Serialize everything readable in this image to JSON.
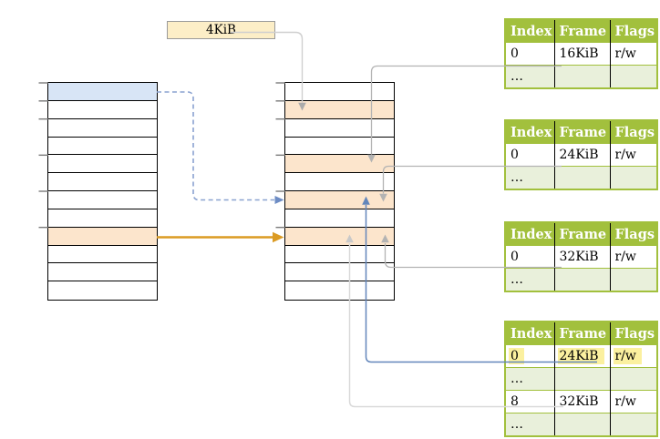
{
  "page_size_label": "4KiB",
  "virtual_memory": {
    "rows": 12,
    "blue_rows": [
      0
    ],
    "orange_rows": [
      8
    ],
    "tick_rows": [
      0,
      1,
      2,
      4,
      6,
      8
    ]
  },
  "physical_memory": {
    "rows": 12,
    "orange_rows": [
      1,
      4,
      6,
      8
    ],
    "tick_rows": [
      0,
      1,
      2,
      4,
      6,
      8
    ]
  },
  "page_tables": [
    {
      "headers": [
        "Index",
        "Frame",
        "Flags"
      ],
      "rows": [
        {
          "cells": [
            "0",
            "16KiB",
            "r/w"
          ]
        },
        {
          "cells": [
            "…",
            "",
            ""
          ],
          "tint": true
        }
      ]
    },
    {
      "headers": [
        "Index",
        "Frame",
        "Flags"
      ],
      "rows": [
        {
          "cells": [
            "0",
            "24KiB",
            "r/w"
          ]
        },
        {
          "cells": [
            "…",
            "",
            ""
          ],
          "tint": true
        }
      ]
    },
    {
      "headers": [
        "Index",
        "Frame",
        "Flags"
      ],
      "rows": [
        {
          "cells": [
            "0",
            "32KiB",
            "r/w"
          ]
        },
        {
          "cells": [
            "…",
            "",
            ""
          ],
          "tint": true
        }
      ]
    },
    {
      "headers": [
        "Index",
        "Frame",
        "Flags"
      ],
      "rows": [
        {
          "cells": [
            "0",
            "24KiB",
            "r/w"
          ],
          "highlight": true
        },
        {
          "cells": [
            "…",
            "",
            ""
          ],
          "tint": true
        },
        {
          "cells": [
            "8",
            "32KiB",
            "r/w"
          ]
        },
        {
          "cells": [
            "…",
            "",
            ""
          ],
          "tint": true
        }
      ]
    }
  ],
  "colors": {
    "table_header_green": "#A2C03D",
    "table_row_green": "#E9F0DB",
    "highlight_yellow": "#FBF09F",
    "virtual_page_blue": "#D8E5F6",
    "page_table_orange": "#FCE5CC",
    "label_box_cream": "#FCEEC7",
    "arrow_orange": "#DB9B24",
    "arrow_blue": "#6286BB",
    "arrow_blue_dashed": "#8AA2D0",
    "arrow_gray": "#B3B3B3",
    "arrow_light": "#D9D9D9",
    "leader_gray": "#CFCFCF",
    "tick_gray": "#7A7A7A"
  }
}
